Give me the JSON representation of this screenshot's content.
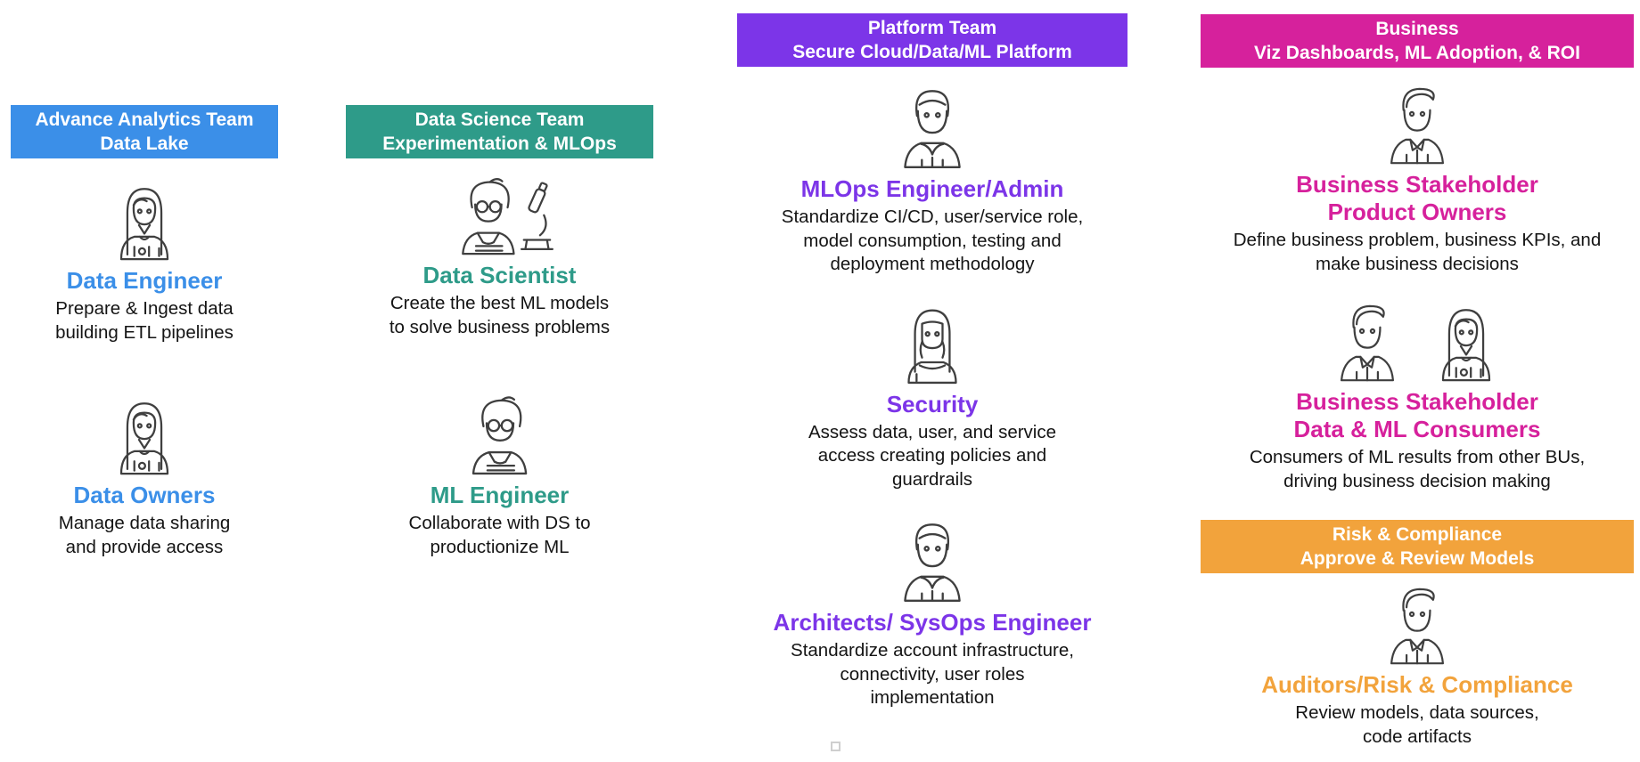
{
  "colors": {
    "analytics_blue": "#3B8FE8",
    "datascience_teal": "#2E9B89",
    "platform_purple": "#7C35E8",
    "business_magenta": "#D6219C",
    "risk_orange": "#F2A33C",
    "icon_stroke": "#3f3f3f",
    "desc_text": "#141414"
  },
  "columns": [
    {
      "header": {
        "line1": "Advance Analytics Team",
        "line2": "Data Lake"
      },
      "color": "#3B8FE8",
      "roles": [
        {
          "title": "Data Engineer",
          "desc": "Prepare & Ingest data\nbuilding ETL pipelines",
          "icon": "woman-person-icon"
        },
        {
          "title": "Data Owners",
          "desc": "Manage data sharing\nand provide access",
          "icon": "woman-person-icon"
        }
      ]
    },
    {
      "header": {
        "line1": "Data Science Team",
        "line2": "Experimentation & MLOps"
      },
      "color": "#2E9B89",
      "roles": [
        {
          "title": "Data Scientist",
          "desc": "Create the best ML models\nto solve business problems",
          "icon": "scientist-microscope-person-icon"
        },
        {
          "title": "ML Engineer",
          "desc": "Collaborate with DS to\nproductionize ML",
          "icon": "glasses-person-icon"
        }
      ]
    },
    {
      "header": {
        "line1": "Platform Team",
        "line2": "Secure Cloud/Data/ML Platform"
      },
      "color": "#7C35E8",
      "roles": [
        {
          "title": "MLOps Engineer/Admin",
          "desc": "Standardize CI/CD, user/service role,\nmodel consumption, testing and\ndeployment methodology",
          "icon": "man-person-icon"
        },
        {
          "title": "Security",
          "desc": "Assess data, user, and service\naccess creating policies and\nguardrails",
          "icon": "hijab-person-icon"
        },
        {
          "title": "Architects/ SysOps Engineer",
          "desc": "Standardize account infrastructure,\nconnectivity, user roles\nimplementation",
          "icon": "man-person-icon"
        }
      ]
    },
    {
      "header": {
        "line1": "Business",
        "line2": "Viz Dashboards, ML Adoption, & ROI"
      },
      "color": "#D6219C",
      "roles": [
        {
          "title": "Business Stakeholder\nProduct Owners",
          "desc": "Define business problem, business KPIs, and\nmake business decisions",
          "icon": "businessman-person-icon"
        },
        {
          "title": "Business Stakeholder\nData & ML Consumers",
          "desc": "Consumers of ML results from other BUs,\ndriving business decision making",
          "icon": "consumers-pair-icon"
        }
      ],
      "sub_header": {
        "line1": "Risk & Compliance",
        "line2": "Approve & Review Models",
        "color": "#F2A33C"
      },
      "sub_roles": [
        {
          "title": "Auditors/Risk & Compliance",
          "desc": "Review models, data sources,\ncode artifacts",
          "icon": "businessman-person-icon"
        }
      ]
    }
  ]
}
